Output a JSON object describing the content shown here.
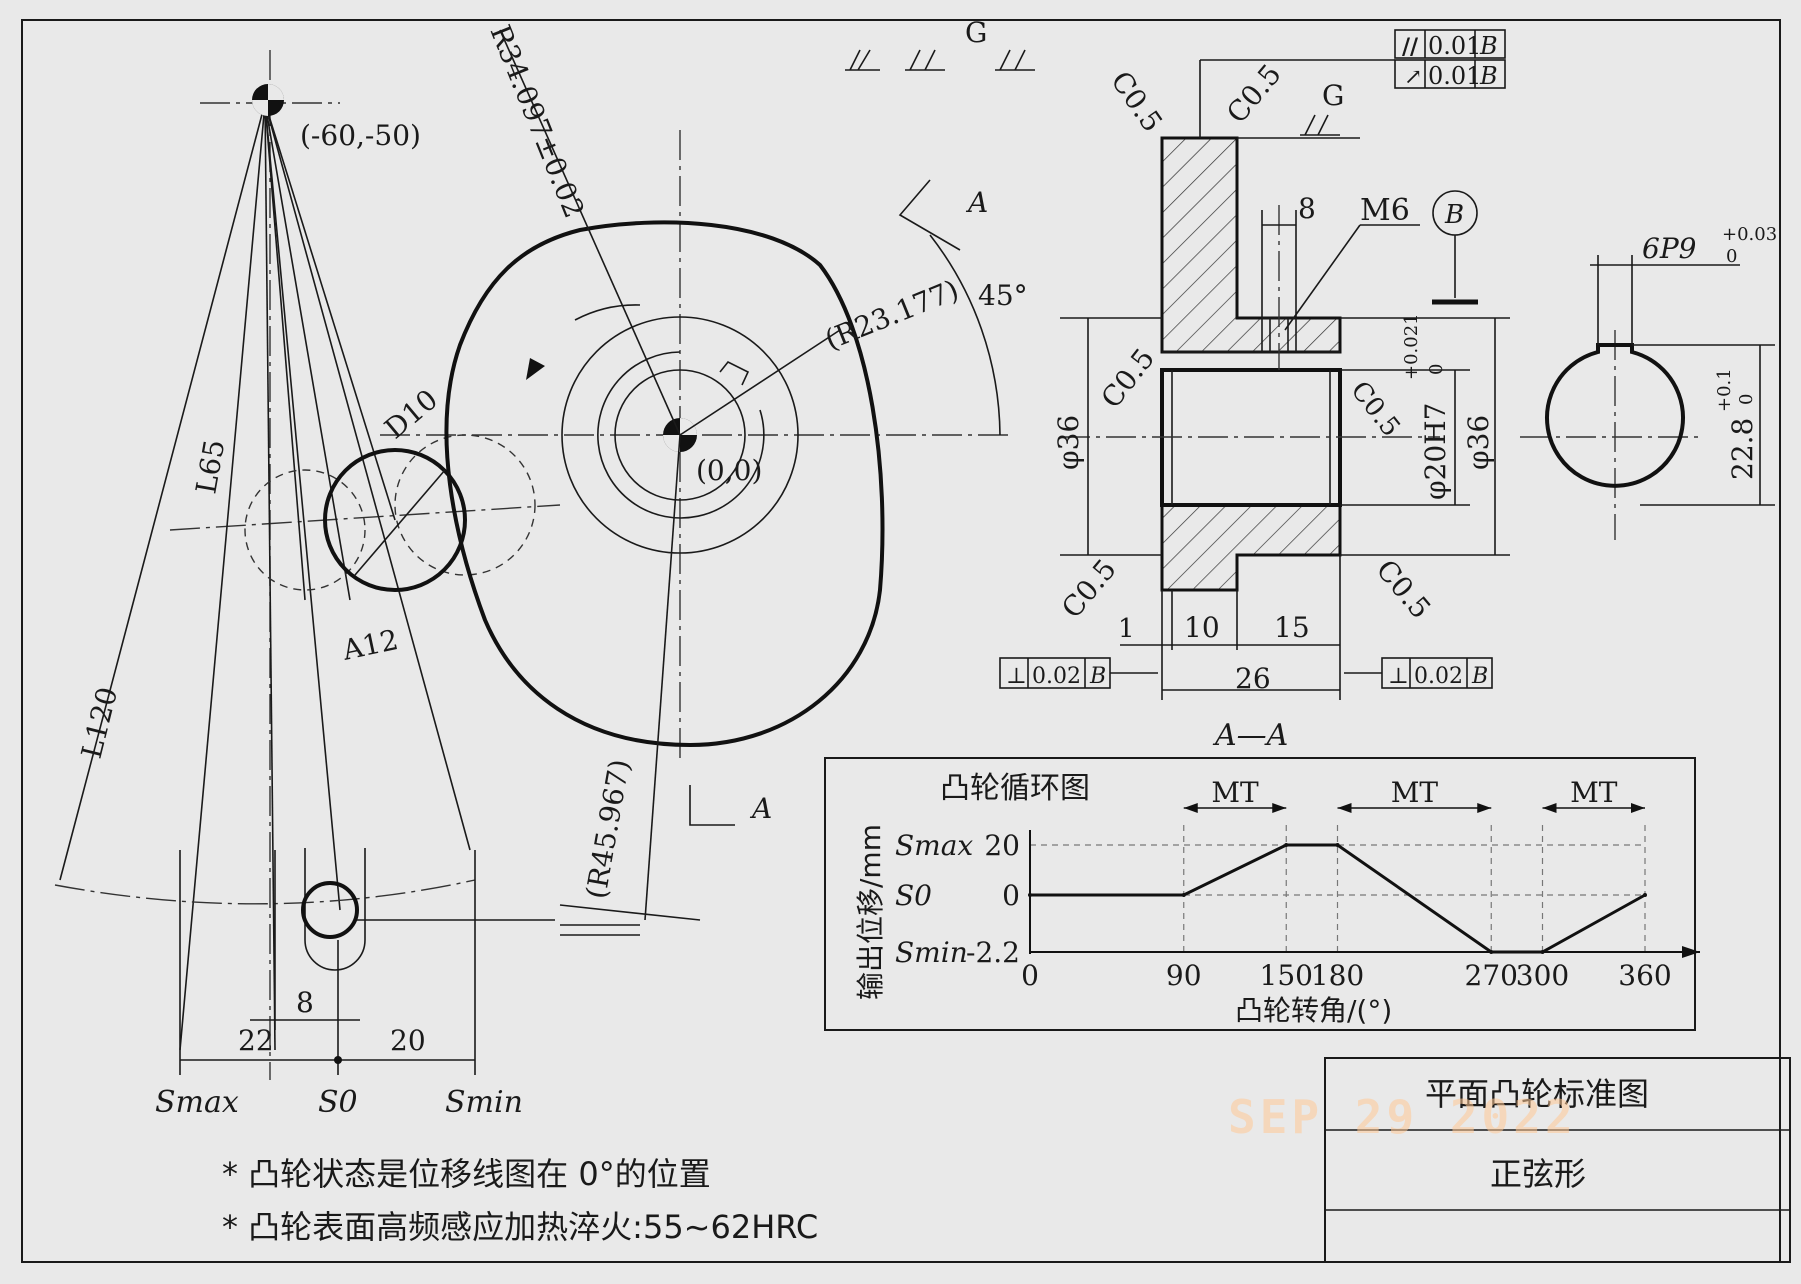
{
  "title_block": {
    "title": "平面凸轮标准图",
    "subtitle": "正弦形"
  },
  "notes": [
    "* 凸轮状态是位移线图在 0°的位置",
    "* 凸轮表面高频感应加热淬火:55~62HRC"
  ],
  "stamp": "SEP 29 2022",
  "cam_view": {
    "pivot_coord": "(-60,-50)",
    "origin_coord": "(0,0)",
    "radius_outer": "R34.097±0.02",
    "radius_key": "(R23.177)",
    "radius_base": "(R45.967)",
    "angle": "45°",
    "roller_dia": "D10",
    "arm_short": "L65",
    "arm_long": "L120",
    "arc_angle": "A12",
    "section_mark": "A",
    "dim_8": "8",
    "dim_22": "22",
    "dim_20": "20",
    "s_max": "Smax",
    "s_0": "S0",
    "s_min": "Smin"
  },
  "section_view": {
    "label": "A—A",
    "chamfer": "C0.5",
    "parallel_tol": "0.01",
    "runout_tol": "0.01",
    "datum": "B",
    "perp_tol": "0.02",
    "surface_mark": "G",
    "thread": "M6",
    "dim_8": "8",
    "dia_36_left": "φ36",
    "dia_36_right": "φ36",
    "bore": "φ20H7",
    "bore_tol_upper": "+0.021",
    "bore_tol_lower": "0",
    "dim_1": "1",
    "dim_10": "10",
    "dim_15": "15",
    "dim_26": "26"
  },
  "key_view": {
    "keyway": "6P9",
    "keyway_tol_upper": "+0.03",
    "keyway_tol_lower": "0",
    "depth": "22.8",
    "depth_tol_upper": "+0.1",
    "depth_tol_lower": "0"
  },
  "chart_data": {
    "type": "line",
    "title": "凸轮循环图",
    "xlabel": "凸轮转角/(°)",
    "ylabel": "输出位移/mm",
    "x": [
      0,
      90,
      150,
      180,
      270,
      300,
      360
    ],
    "y": [
      0,
      0,
      20,
      20,
      -2.2,
      -2.2,
      0
    ],
    "xticks": [
      "0",
      "90",
      "150",
      "180",
      "270",
      "300",
      "360"
    ],
    "yticks": [
      {
        "name": "Smax",
        "value": 20,
        "label": "20"
      },
      {
        "name": "S0",
        "value": 0,
        "label": "0"
      },
      {
        "name": "Smin",
        "value": -2.2,
        "label": "-2.2"
      }
    ],
    "segments": [
      {
        "label": "MT",
        "from": 90,
        "to": 150
      },
      {
        "label": "MT",
        "from": 180,
        "to": 270
      },
      {
        "label": "MT",
        "from": 300,
        "to": 360
      }
    ],
    "grid": true
  }
}
